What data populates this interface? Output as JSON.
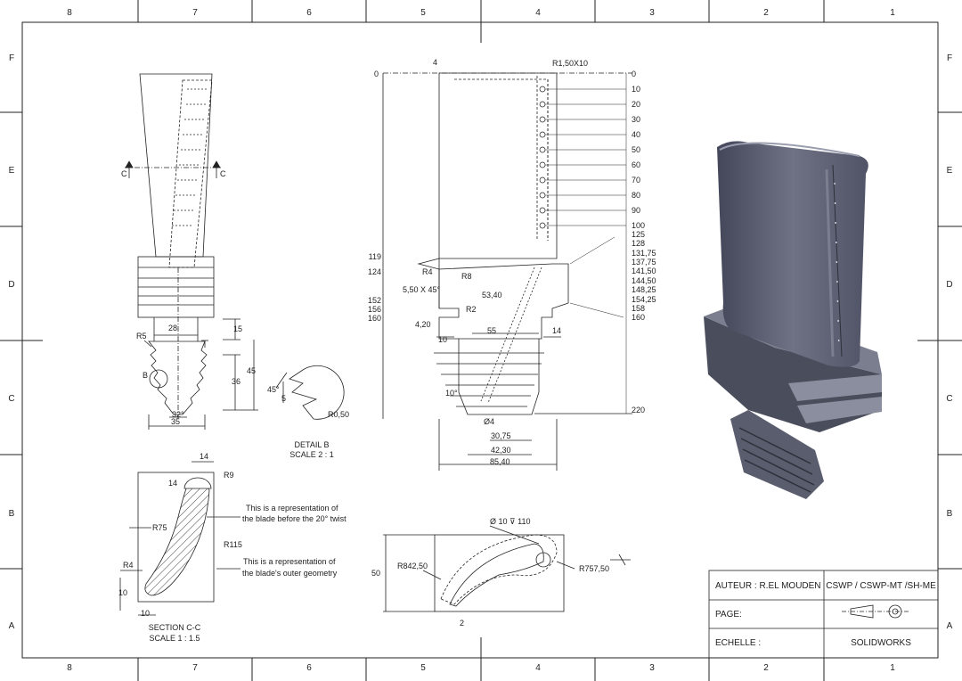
{
  "border": {
    "columns": [
      "8",
      "7",
      "6",
      "5",
      "4",
      "3",
      "2",
      "1"
    ],
    "rows": [
      "F",
      "E",
      "D",
      "C",
      "B",
      "A"
    ]
  },
  "side_view": {
    "dims": [
      "28",
      "15",
      "45",
      "36",
      "35",
      "32°",
      "R5",
      "B",
      "C",
      "C"
    ]
  },
  "detail_b": {
    "dims": [
      "45°",
      "5",
      "R0,50"
    ],
    "title": "DETAIL B",
    "scale": "SCALE 2 : 1"
  },
  "section_cc": {
    "dims": [
      "14",
      "14",
      "R9",
      "R75",
      "R115",
      "R4",
      "10",
      "10"
    ],
    "note1_line1": "This is a representation of",
    "note1_line2": "the blade before the 20° twist",
    "note2_line1": "This is a representation of",
    "note2_line2": "the blade's outer geometry",
    "title": "SECTION C-C",
    "scale": "SCALE 1 : 1.5"
  },
  "front_view": {
    "top_dims": [
      "0",
      "4",
      "R1,50X10"
    ],
    "left_ordinates": [
      "119",
      "124",
      "152",
      "156",
      "160"
    ],
    "right_ordinates": [
      "0",
      "10",
      "20",
      "30",
      "40",
      "50",
      "60",
      "70",
      "80",
      "90",
      "100",
      "125",
      "128",
      "131,75",
      "137,75",
      "141,50",
      "144,50",
      "148,25",
      "154,25",
      "158",
      "160",
      "220"
    ],
    "labels": [
      "R4",
      "R8",
      "5,50 X 45°",
      "53,40",
      "R2",
      "4,20",
      "10",
      "55",
      "14",
      "10°",
      "Ø4",
      "30,75",
      "42,30",
      "85,40"
    ]
  },
  "top_view": {
    "dims": [
      "Ø 10 ⊽ 110",
      "50",
      "R842,50",
      "R757,50",
      "2"
    ]
  },
  "title_block": {
    "author_label": "AUTEUR : R.EL MOUDEN",
    "reference": "CSWP / CSWP-MT /SH-ME",
    "page_label": "PAGE:",
    "scale_label": "ECHELLE :",
    "software": "SOLIDWORKS"
  },
  "colors": {
    "line": "#222222",
    "render_dark": "#4a4d5c",
    "render_mid": "#6b6f80",
    "render_light": "#9a9eae"
  }
}
